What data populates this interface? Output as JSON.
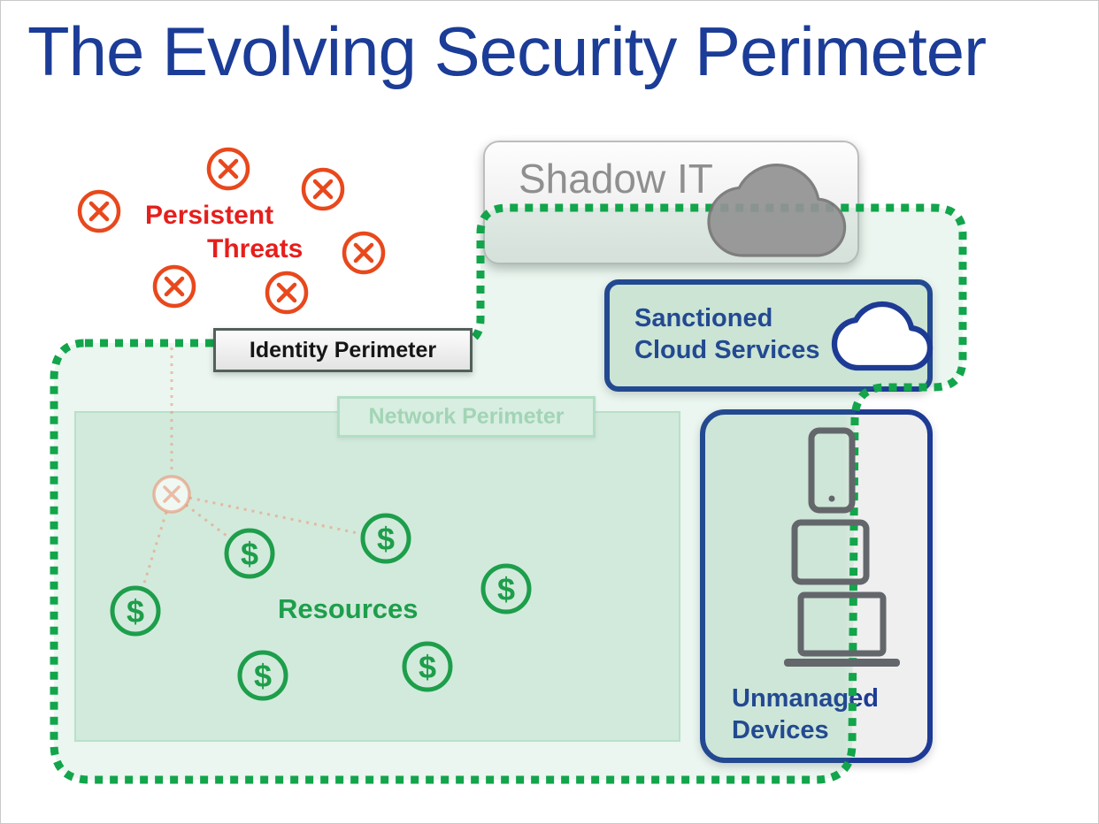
{
  "title": "The Evolving Security Perimeter",
  "labels": {
    "shadow_it": "Shadow IT",
    "persistent_threats_line1": "Persistent",
    "persistent_threats_line2": "Threats",
    "identity_perimeter": "Identity Perimeter",
    "network_perimeter": "Network Perimeter",
    "resources": "Resources",
    "sanctioned_line1": "Sanctioned",
    "sanctioned_line2": "Cloud Services",
    "unmanaged_line1": "Unmanaged",
    "unmanaged_line2": "Devices"
  },
  "icons": {
    "dollar": "$",
    "threat": "x-circle",
    "cloud": "cloud",
    "devices": [
      "smartphone",
      "tablet",
      "laptop"
    ]
  },
  "counts": {
    "threat_icons": 6,
    "resource_icons": 6
  },
  "colors": {
    "title_blue": "#1b3c97",
    "threat_orange": "#e8481c",
    "threat_text_red": "#e51f1c",
    "perimeter_green": "#12a54b",
    "resource_green": "#1e9e4b",
    "navy_border": "#1d3b94",
    "shadow_gray": "#8f8f8f",
    "network_green_fill": "#e4f2ea"
  }
}
